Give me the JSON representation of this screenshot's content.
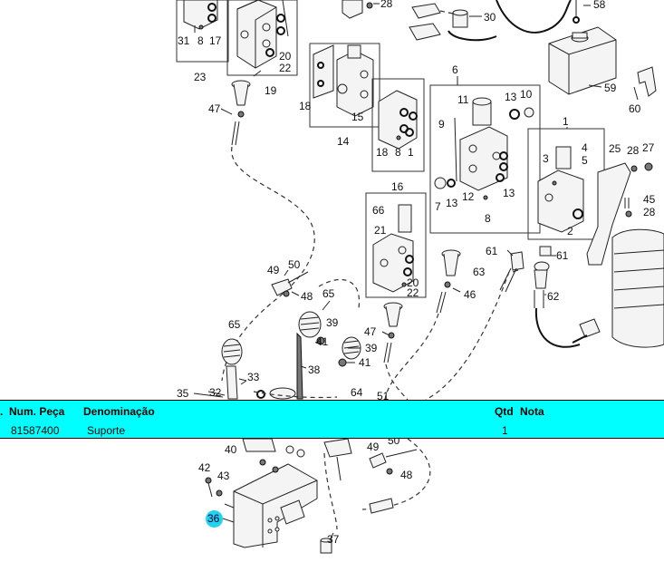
{
  "callouts": {
    "c31": "31",
    "c8a": "8",
    "c17": "17",
    "c23": "23",
    "c20a": "20",
    "c22a": "22",
    "c19": "19",
    "c28a": "28",
    "c30": "30",
    "c58": "58",
    "c59": "59",
    "c60": "60",
    "c47a": "47",
    "c18a": "18",
    "c15": "15",
    "c14": "14",
    "c18b": "18",
    "c8b": "8",
    "c1a": "1",
    "c16": "16",
    "c6": "6",
    "c11": "11",
    "c13a": "13",
    "c10": "10",
    "c9": "9",
    "c7": "7",
    "c13b": "13",
    "c12": "12",
    "c13c": "13",
    "c8c": "8",
    "c1b": "1",
    "c3": "3",
    "c4": "4",
    "c5": "5",
    "c2": "2",
    "c25": "25",
    "c28b": "28",
    "c27": "27",
    "c45": "45",
    "c28c": "28",
    "c66": "66",
    "c21": "21",
    "c20b": "20",
    "c22b": "22",
    "c61a": "61",
    "c61b": "61",
    "c63": "63",
    "c62": "62",
    "c46": "46",
    "c49a": "49",
    "c50a": "50",
    "c48a": "48",
    "c65a": "65",
    "c65b": "65",
    "c39a": "39",
    "c41a": "41",
    "c47b": "47",
    "c39b": "39",
    "c41b": "41",
    "c38": "38",
    "c33": "33",
    "c35": "35",
    "c32": "32",
    "c64": "64",
    "c51": "51",
    "c40": "40",
    "c49b": "49",
    "c50b": "50",
    "c48b": "48",
    "c42": "42",
    "c43": "43",
    "c37": "37"
  },
  "hotspot": {
    "label": "36",
    "color": "#22d3ee"
  },
  "parts_table": {
    "background": "#00ffff",
    "headers": {
      "num_peca": "Num. Peça",
      "denominacao": "Denominação",
      "qtd": "Qtd",
      "nota": "Nota"
    },
    "rows": [
      {
        "num_peca": "81587400",
        "denominacao": "Suporte",
        "qtd": "1",
        "nota": ""
      }
    ]
  }
}
